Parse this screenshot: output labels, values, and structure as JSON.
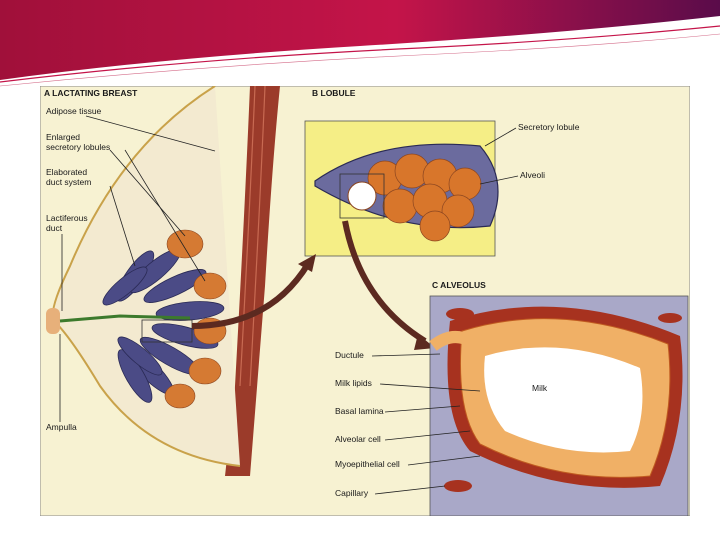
{
  "panel_a": {
    "heading": "A LACTATING BREAST",
    "labels": {
      "adipose": "Adipose tissue",
      "enlarged_1": "Enlarged",
      "enlarged_2": "secretory lobules",
      "elaborated_1": "Elaborated",
      "elaborated_2": "duct system",
      "lactiferous_1": "Lactiferous",
      "lactiferous_2": "duct",
      "ampulla": "Ampulla"
    }
  },
  "panel_b": {
    "heading": "B LOBULE",
    "labels": {
      "secretory_lobule": "Secretory lobule",
      "alveoli": "Alveoli"
    }
  },
  "panel_c": {
    "heading": "C ALVEOLUS",
    "labels": {
      "ductule": "Ductule",
      "milk_lipids": "Milk lipids",
      "basal_lamina": "Basal lamina",
      "alveolar_cell": "Alveolar cell",
      "myoepithelial_cell": "Myoepithelial cell",
      "capillary": "Capillary",
      "milk": "Milk"
    }
  },
  "colors": {
    "banner": "#b5123e",
    "panel_bg": "#f7f2d2",
    "lobule_bg": "#f5ee86",
    "alveolus_bg": "#a9a8c8",
    "duct_purple": "#4b4b86",
    "alveolus_orange": "#e07f2e",
    "connective_red": "#a7321f",
    "arrow_brown": "#5c2a20"
  }
}
